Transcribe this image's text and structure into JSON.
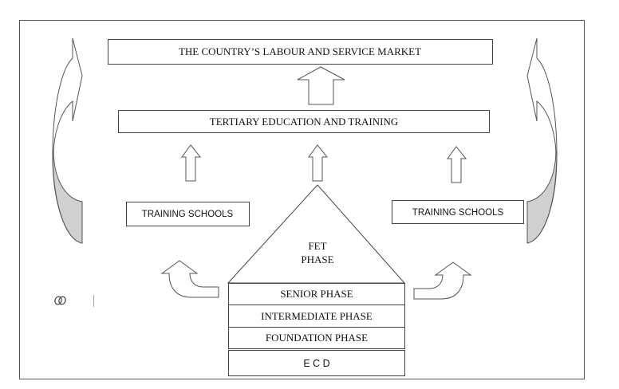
{
  "diagram": {
    "labour_market": "THE COUNTRY’S LABOUR AND SERVICE MARKET",
    "tertiary": "TERTIARY EDUCATION AND TRAINING",
    "training_schools_left": "TRAINING SCHOOLS",
    "training_schools_right": "TRAINING SCHOOLS",
    "fet_line1": "FET",
    "fet_line2": "PHASE",
    "senior": "SENIOR PHASE",
    "intermediate": "INTERMEDIATE PHASE",
    "foundation": "FOUNDATION PHASE",
    "ecd": "E C D"
  },
  "colors": {
    "shade": "#d0d0d0",
    "stroke": "#444444"
  }
}
